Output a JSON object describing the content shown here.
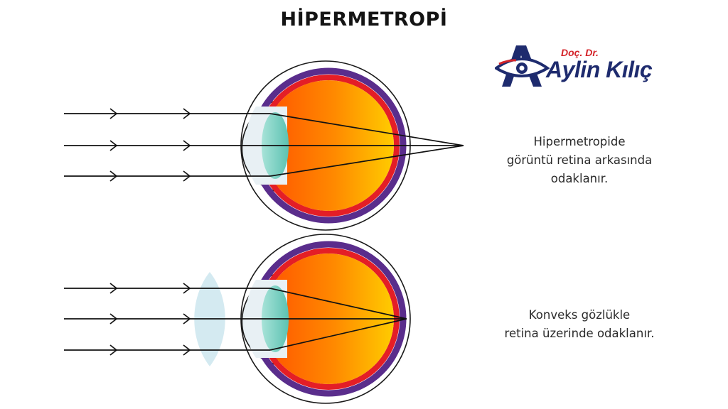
{
  "title": "HİPERMETROPİ",
  "logo": {
    "subtitle": "Doç. Dr.",
    "name": "Aylin Kılıç",
    "brand_color": "#1e2b6e",
    "accent_color": "#d4242a"
  },
  "panels": [
    {
      "caption_lines": [
        "Hipermetropide",
        "görüntü retina arkasında",
        "odaklanır."
      ],
      "corrective_lens": false
    },
    {
      "caption_lines": [
        "Konveks gözlükle",
        "retina üzerinde odaklanır."
      ],
      "corrective_lens": true
    }
  ],
  "colors": {
    "vitreous_inner": "#ffd200",
    "vitreous_outer": "#ff5a00",
    "retina_red": "#e41e26",
    "choroid_purple": "#5a2d8c",
    "lens": "#7fd1c4",
    "cornea": "#e7eff3",
    "convex_lens": "#cfe8ef"
  }
}
